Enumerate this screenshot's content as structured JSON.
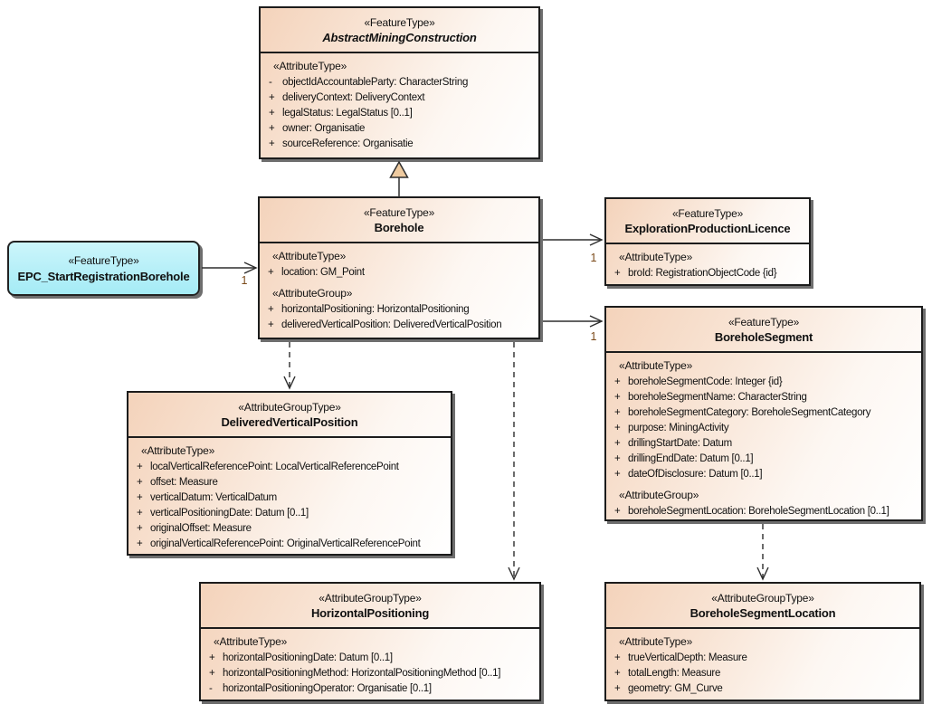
{
  "boxes": {
    "amc": {
      "stereotype": "«FeatureType»",
      "name": "AbstractMiningConstruction",
      "sections": [
        {
          "label": "«AttributeType»",
          "attrs": [
            {
              "prefix": "-",
              "text": "objectIdAccountableParty: CharacterString"
            },
            {
              "prefix": "+",
              "text": "deliveryContext: DeliveryContext"
            },
            {
              "prefix": "+",
              "text": "legalStatus: LegalStatus [0..1]"
            },
            {
              "prefix": "+",
              "text": "owner: Organisatie"
            },
            {
              "prefix": "+",
              "text": "sourceReference: Organisatie"
            }
          ]
        }
      ]
    },
    "borehole": {
      "stereotype": "«FeatureType»",
      "name": "Borehole",
      "sections": [
        {
          "label": "«AttributeType»",
          "attrs": [
            {
              "prefix": "+",
              "text": "location: GM_Point"
            }
          ]
        },
        {
          "label": "«AttributeGroup»",
          "attrs": [
            {
              "prefix": "+",
              "text": "horizontalPositioning: HorizontalPositioning"
            },
            {
              "prefix": "+",
              "text": "deliveredVerticalPosition: DeliveredVerticalPosition"
            }
          ]
        }
      ]
    },
    "epc": {
      "stereotype": "«FeatureType»",
      "name": "EPC_StartRegistrationBorehole"
    },
    "epl": {
      "stereotype": "«FeatureType»",
      "name": "ExplorationProductionLicence",
      "sections": [
        {
          "label": "«AttributeType»",
          "attrs": [
            {
              "prefix": "+",
              "text": "broId: RegistrationObjectCode {id}"
            }
          ]
        }
      ]
    },
    "segment": {
      "stereotype": "«FeatureType»",
      "name": "BoreholeSegment",
      "sections": [
        {
          "label": "«AttributeType»",
          "attrs": [
            {
              "prefix": "+",
              "text": "boreholeSegmentCode: Integer {id}"
            },
            {
              "prefix": "+",
              "text": "boreholeSegmentName: CharacterString"
            },
            {
              "prefix": "+",
              "text": "boreholeSegmentCategory: BoreholeSegmentCategory"
            },
            {
              "prefix": "+",
              "text": "purpose: MiningActivity"
            },
            {
              "prefix": "+",
              "text": "drillingStartDate: Datum"
            },
            {
              "prefix": "+",
              "text": "drillingEndDate: Datum [0..1]"
            },
            {
              "prefix": "+",
              "text": "dateOfDisclosure: Datum [0..1]"
            }
          ]
        },
        {
          "label": "«AttributeGroup»",
          "attrs": [
            {
              "prefix": "+",
              "text": "boreholeSegmentLocation: BoreholeSegmentLocation [0..1]"
            }
          ]
        }
      ]
    },
    "dvp": {
      "stereotype": "«AttributeGroupType»",
      "name": "DeliveredVerticalPosition",
      "sections": [
        {
          "label": "«AttributeType»",
          "attrs": [
            {
              "prefix": "+",
              "text": "localVerticalReferencePoint: LocalVerticalReferencePoint"
            },
            {
              "prefix": "+",
              "text": "offset: Measure"
            },
            {
              "prefix": "+",
              "text": "verticalDatum: VerticalDatum"
            },
            {
              "prefix": "+",
              "text": "verticalPositioningDate: Datum [0..1]"
            },
            {
              "prefix": "+",
              "text": "originalOffset: Measure"
            },
            {
              "prefix": "+",
              "text": "originalVerticalReferencePoint: OriginalVerticalReferencePoint"
            }
          ]
        }
      ]
    },
    "hp": {
      "stereotype": "«AttributeGroupType»",
      "name": "HorizontalPositioning",
      "sections": [
        {
          "label": "«AttributeType»",
          "attrs": [
            {
              "prefix": "+",
              "text": "horizontalPositioningDate: Datum [0..1]"
            },
            {
              "prefix": "+",
              "text": "horizontalPositioningMethod: HorizontalPositioningMethod [0..1]"
            },
            {
              "prefix": "-",
              "text": "horizontalPositioningOperator: Organisatie [0..1]"
            }
          ]
        }
      ]
    },
    "bsl": {
      "stereotype": "«AttributeGroupType»",
      "name": "BoreholeSegmentLocation",
      "sections": [
        {
          "label": "«AttributeType»",
          "attrs": [
            {
              "prefix": "+",
              "text": "trueVerticalDepth: Measure"
            },
            {
              "prefix": "+",
              "text": "totalLength: Measure"
            },
            {
              "prefix": "+",
              "text": "geometry: GM_Curve"
            }
          ]
        }
      ]
    }
  },
  "labels": {
    "mult_epc_borehole": "1",
    "mult_borehole_licence": "1",
    "mult_borehole_segment": "1"
  },
  "colors": {
    "class_fill_gradient_start": "#f4d3bb",
    "class_fill_gradient_end": "#ffffff",
    "epc_fill": "#b6eff8",
    "border": "#1c1c1c",
    "multiplicity_text": "#7b4a1a",
    "generalization_arrowhead_fill": "#eeca9f",
    "shadow": "#6e6e6e"
  }
}
